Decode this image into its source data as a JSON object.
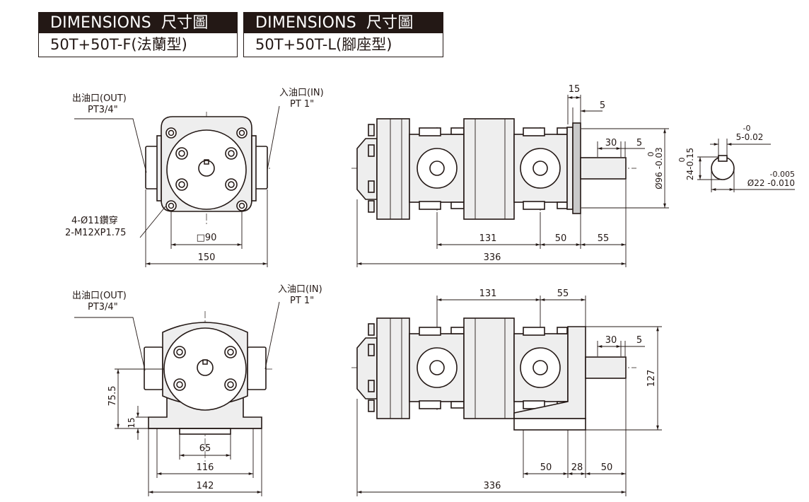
{
  "headers": [
    {
      "title_en": "DIMENSIONS",
      "title_zh": "尺寸圖",
      "model": "50T+50T-F(法蘭型)"
    },
    {
      "title_en": "DIMENSIONS",
      "title_zh": "尺寸圖",
      "model": "50T+50T-L(腳座型)"
    }
  ],
  "flange_front": {
    "out_label": "出油口(OUT)",
    "out_thread": "PT3/4\"",
    "in_label": "入油口(IN)",
    "in_thread": "PT  1\"",
    "holes_label": "4-Ø11鑽穿",
    "holes_thread": "2-M12XP1.75",
    "square": "□90",
    "width": "150"
  },
  "flange_side": {
    "dim_15": "15",
    "dim_5_top": "5",
    "dim_30": "30",
    "dim_5": "5",
    "dia_96_nom": "0",
    "dia_96": "Ø96 -0.03",
    "dim_131": "131",
    "dim_50": "50",
    "dim_55": "55",
    "dim_336": "336"
  },
  "key_detail": {
    "tol_top": "-0",
    "key_width": "5-0.02",
    "tol_left": "0",
    "key_height": "24-0.15",
    "tol_right": "-0.005",
    "shaft_dia": "Ø22 -0.010"
  },
  "foot_front": {
    "out_label": "出油口(OUT)",
    "out_thread": "PT3/4\"",
    "in_label": "入油口(IN)",
    "in_thread": "PT  1\"",
    "height": "75.5",
    "base": "15",
    "dim_65": "65",
    "dim_116": "116",
    "dim_142": "142"
  },
  "foot_side": {
    "dim_131": "131",
    "dim_55": "55",
    "dim_30": "30",
    "dim_5": "5",
    "height": "127",
    "dim_50_a": "50",
    "dim_28": "28",
    "dim_50_b": "50",
    "dim_336": "336"
  }
}
